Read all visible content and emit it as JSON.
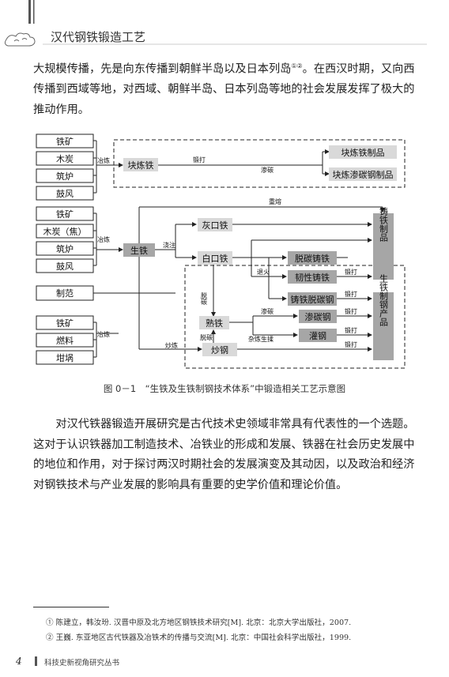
{
  "header": {
    "title": "汉代钢铁锻造工艺"
  },
  "paragraph1": {
    "text": "大规模传播，先是向东传播到朝鲜半岛以及日本列岛",
    "refs": "①②",
    "text2": "。在西汉时期，又向西传播到西域等地，对西域、朝鲜半岛、日本列岛等地的社会发展发挥了极大的推动作用。"
  },
  "diagram": {
    "inputs1": [
      "铁矿",
      "木炭",
      "筑炉",
      "鼓风"
    ],
    "inputs2": [
      "铁矿",
      "木炭（焦）",
      "筑炉",
      "鼓风"
    ],
    "mold": "制范",
    "inputs3": [
      "铁矿",
      "燃料",
      "坩埚"
    ],
    "process_labels": {
      "smelt1": "冶炼",
      "smelt2": "冶炼",
      "smelt3": "冶炼",
      "forge1": "锻打",
      "carb1": "渗碳",
      "remelt": "重熔",
      "cast": "浇注",
      "anneal": "退火",
      "decarb": "脱碳",
      "carb2": "渗碳",
      "decarb2": "脱碳",
      "mixed": "杂炼生揉",
      "fry": "炒炼",
      "forge2": "锻打",
      "forge3": "锻打",
      "forge4": "锻打",
      "forge5": "锻打"
    },
    "nodes": {
      "bloomery": "块炼铁",
      "bloom_product": "块炼铁制品",
      "bloom_carb_product": "块炼渗碳钢制品",
      "pig": "生铁",
      "gray": "灰口铁",
      "white": "白口铁",
      "decarb_cast": "脱碳铸铁",
      "malleable": "韧性铸铁",
      "cast_decarb_steel": "铸铁脱碳钢",
      "wrought": "熟铁",
      "carb_steel": "渗碳钢",
      "guan_steel": "灌钢",
      "puddled": "炒钢",
      "cast_products": "铸铁制品",
      "steel_products": "生铁制钢产品"
    }
  },
  "caption": "图 0－1　“生铁及生铁制钢技术体系”中锻造相关工艺示意图",
  "paragraph2": "对汉代铁器锻造开展研究是古代技术史领域非常具有代表性的一个选题。这对于认识铁器加工制造技术、冶铁业的形成和发展、铁器在社会历史发展中的地位和作用，对于探讨两汉时期社会的发展演变及其动因，以及政治和经济对钢铁技术与产业发展的影响具有重要的史学价值和理论价值。",
  "footnotes": [
    "① 陈建立，韩汝玢. 汉晋中原及北方地区钢铁技术研究[M]. 北京：北京大学出版社，2007.",
    "② 王巍. 东亚地区古代铁器及冶铁术的传播与交流[M]. 北京：中国社会科学出版社，1999."
  ],
  "footer": {
    "page_number": "4",
    "series": "科技史新视角研究丛书"
  },
  "colors": {
    "dark_box": "#a6a6a6",
    "light_box": "#d9d9d9"
  }
}
